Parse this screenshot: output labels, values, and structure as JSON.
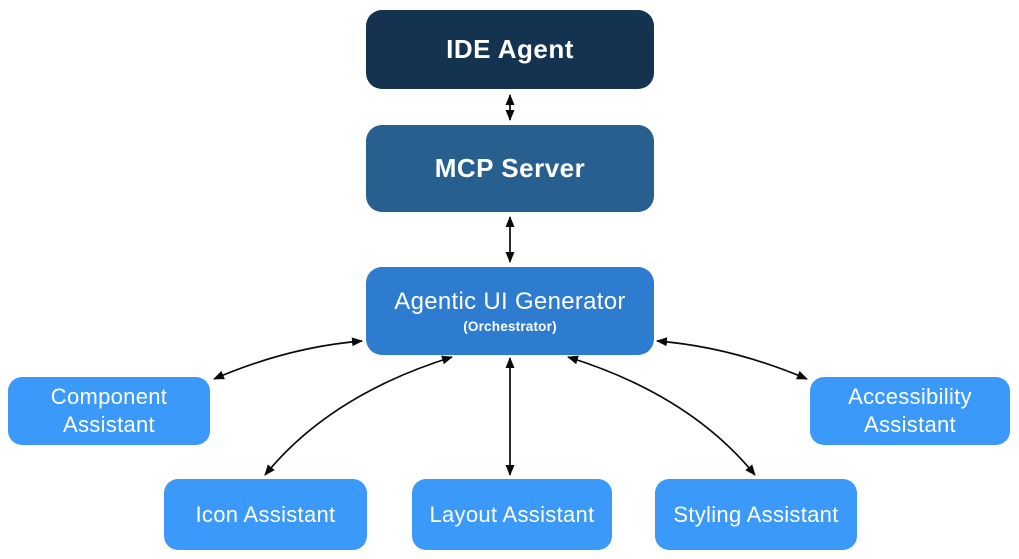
{
  "diagram": {
    "background_color": "#ffffff",
    "arrow_color": "#0a0a0a",
    "nodes": {
      "ide_agent": {
        "label": "IDE Agent",
        "color": "#143350",
        "text_color": "#ffffff"
      },
      "mcp_server": {
        "label": "MCP Server",
        "color": "#27608f",
        "text_color": "#ffffff"
      },
      "orchestrator": {
        "label": "Agentic UI Generator",
        "sublabel": "(Orchestrator)",
        "color": "#2e7cd0",
        "text_color": "#ffffff"
      },
      "component_assistant": {
        "label": "Component Assistant",
        "color": "#3b9af9",
        "text_color": "#ffffff"
      },
      "icon_assistant": {
        "label": "Icon Assistant",
        "color": "#3b9af9",
        "text_color": "#ffffff"
      },
      "layout_assistant": {
        "label": "Layout Assistant",
        "color": "#3b9af9",
        "text_color": "#ffffff"
      },
      "styling_assistant": {
        "label": "Styling Assistant",
        "color": "#3b9af9",
        "text_color": "#ffffff"
      },
      "accessibility_assistant": {
        "label": "Accessibility Assistant",
        "color": "#3b9af9",
        "text_color": "#ffffff"
      }
    },
    "edges": [
      {
        "from": "ide_agent",
        "to": "mcp_server",
        "bidirectional": true
      },
      {
        "from": "mcp_server",
        "to": "orchestrator",
        "bidirectional": true
      },
      {
        "from": "orchestrator",
        "to": "component_assistant",
        "bidirectional": true
      },
      {
        "from": "orchestrator",
        "to": "icon_assistant",
        "bidirectional": true
      },
      {
        "from": "orchestrator",
        "to": "layout_assistant",
        "bidirectional": true
      },
      {
        "from": "orchestrator",
        "to": "styling_assistant",
        "bidirectional": true
      },
      {
        "from": "orchestrator",
        "to": "accessibility_assistant",
        "bidirectional": true
      }
    ]
  }
}
